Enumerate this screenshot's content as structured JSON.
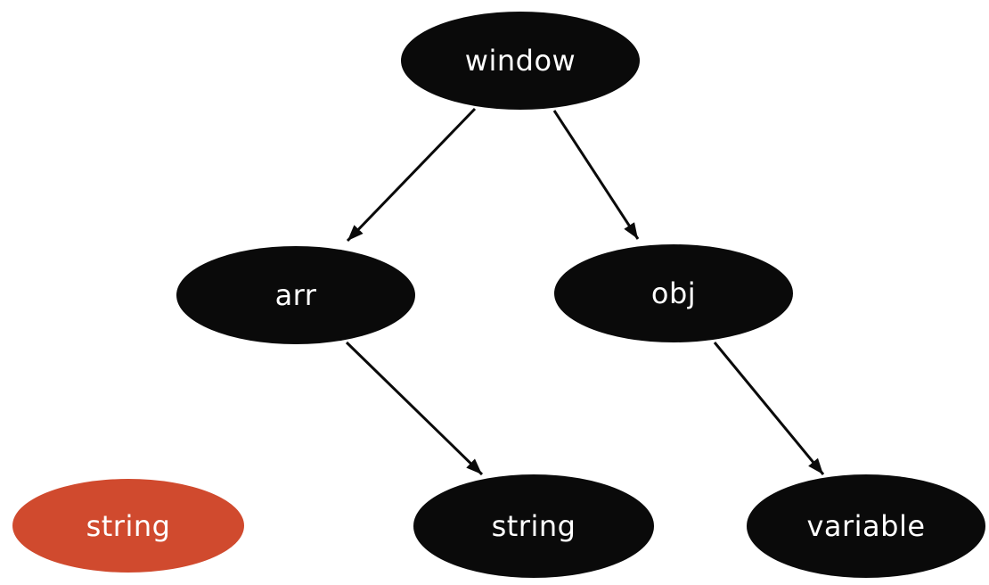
{
  "diagram": {
    "title": "scope-tree-diagram",
    "colors": {
      "background": "#ffffff",
      "node_default": "#0a0a0a",
      "node_highlight": "#d04a2e",
      "label": "#ffffff",
      "edge": "#0a0a0a"
    },
    "nodes": [
      {
        "id": "window",
        "label": "window",
        "level": 0,
        "highlight": false
      },
      {
        "id": "arr",
        "label": "arr",
        "level": 1,
        "highlight": false
      },
      {
        "id": "obj",
        "label": "obj",
        "level": 1,
        "highlight": false
      },
      {
        "id": "string-orphan",
        "label": "string",
        "level": 2,
        "highlight": true
      },
      {
        "id": "string",
        "label": "string",
        "level": 2,
        "highlight": false
      },
      {
        "id": "variable",
        "label": "variable",
        "level": 2,
        "highlight": false
      }
    ],
    "edges": [
      {
        "from": "window",
        "to": "arr"
      },
      {
        "from": "window",
        "to": "obj"
      },
      {
        "from": "arr",
        "to": "string"
      },
      {
        "from": "obj",
        "to": "variable"
      }
    ]
  }
}
